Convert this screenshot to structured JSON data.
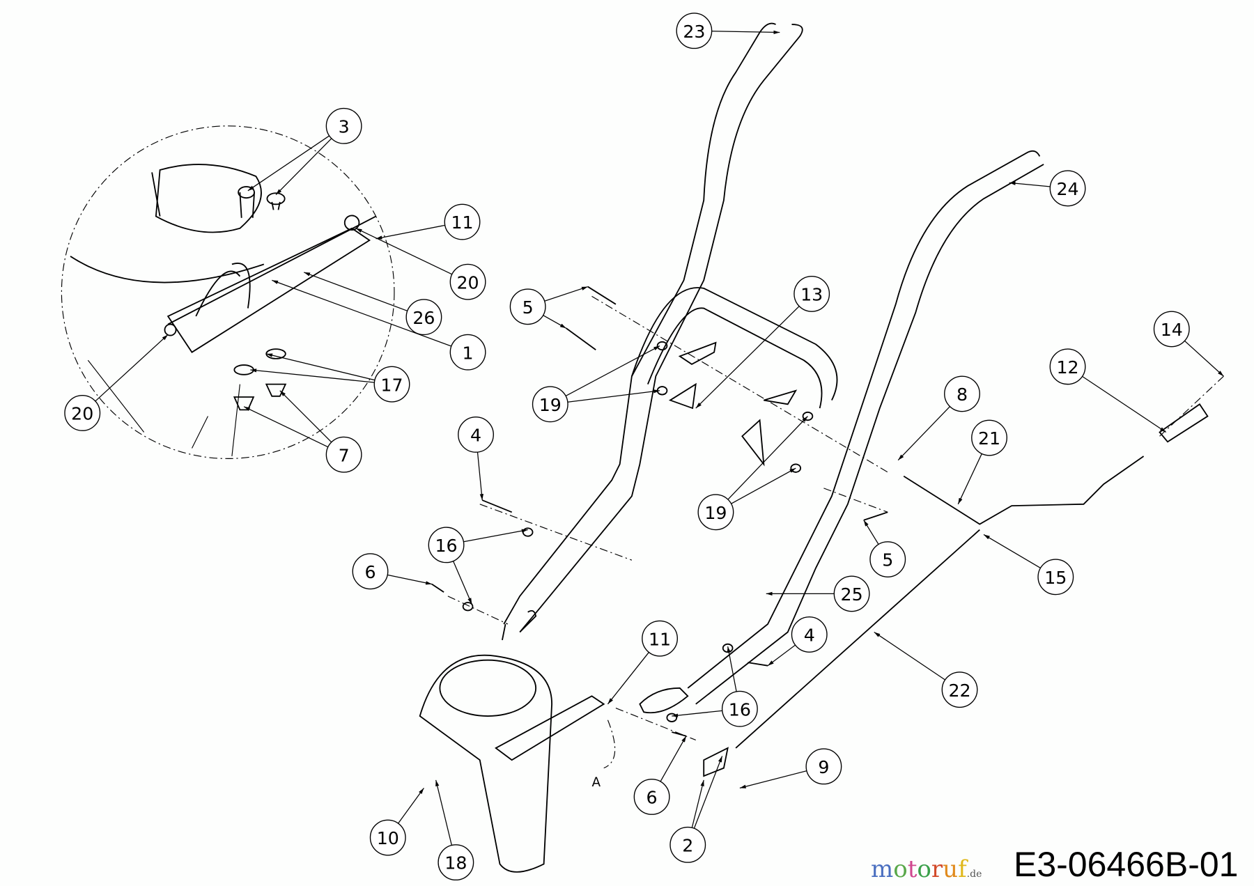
{
  "drawing_code": "E3-06466B-01",
  "watermark": {
    "text": "motoruf",
    "suffix": ".de",
    "letters": [
      "m",
      "o",
      "t",
      "o",
      "r",
      "u",
      "f"
    ]
  },
  "detail_label": "A",
  "callouts": [
    "3",
    "11",
    "20",
    "26",
    "1",
    "17",
    "7",
    "20",
    "23",
    "24",
    "5",
    "13",
    "19",
    "19",
    "8",
    "12",
    "14",
    "21",
    "15",
    "5",
    "25",
    "4",
    "16",
    "6",
    "11",
    "4",
    "16",
    "22",
    "9",
    "6",
    "2",
    "10",
    "18"
  ]
}
